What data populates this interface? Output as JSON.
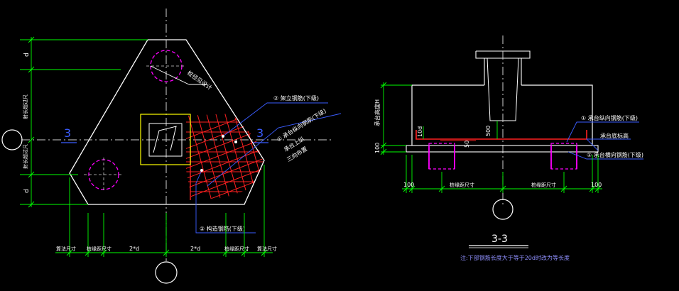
{
  "colors": {
    "background": "#000000",
    "outline": "#ffffff",
    "dimension": "#00ff00",
    "axis": "#d0d0d0",
    "pile": "#ff00ff",
    "rebar": "#ff2020",
    "leader": "#3a5cff",
    "column": "#ffff00",
    "note": "#9090ff"
  },
  "plan": {
    "section_mark_left": "3",
    "section_mark_right": "3",
    "callout_1": "② 架立钢筋(下级)",
    "callout_2": "① 承台纵向钢筋(下级)",
    "callout_2_sub1": "承台上纵",
    "callout_2_sub2": "三向布置",
    "callout_3": "② 构造钢筋(下级)",
    "pile_label": "桩径见设计",
    "dim_d_top": "d",
    "dim_d_bottom": "d",
    "dim_side_1": "射长超过尺",
    "dim_side_2": "射长超过尺",
    "dim_bottom_1": "算法尺寸",
    "dim_bottom_2": "桩缘距尺寸",
    "dim_bottom_3": "2*d",
    "dim_bottom_4": "2*d",
    "dim_bottom_5": "桩缘距尺寸",
    "dim_bottom_6": "算法尺寸"
  },
  "section": {
    "title": "3-3",
    "note": "注:下部钢筋长度大于等于20d时改为等长度",
    "height_label": "承台高度H",
    "dim_100_left": "100",
    "dim_10d": "10d",
    "dim_500": "500",
    "dim_50": "50",
    "callout_1": "① 承台纵向钢筋(下级)",
    "callout_2": "承台底标高",
    "callout_3": "① 承台横向钢筋(下级)",
    "dim_bottom_left": "100",
    "dim_bottom_mid_1": "桩缘距尺寸",
    "dim_bottom_mid_2": "桩缘距尺寸",
    "dim_bottom_right": "100"
  }
}
